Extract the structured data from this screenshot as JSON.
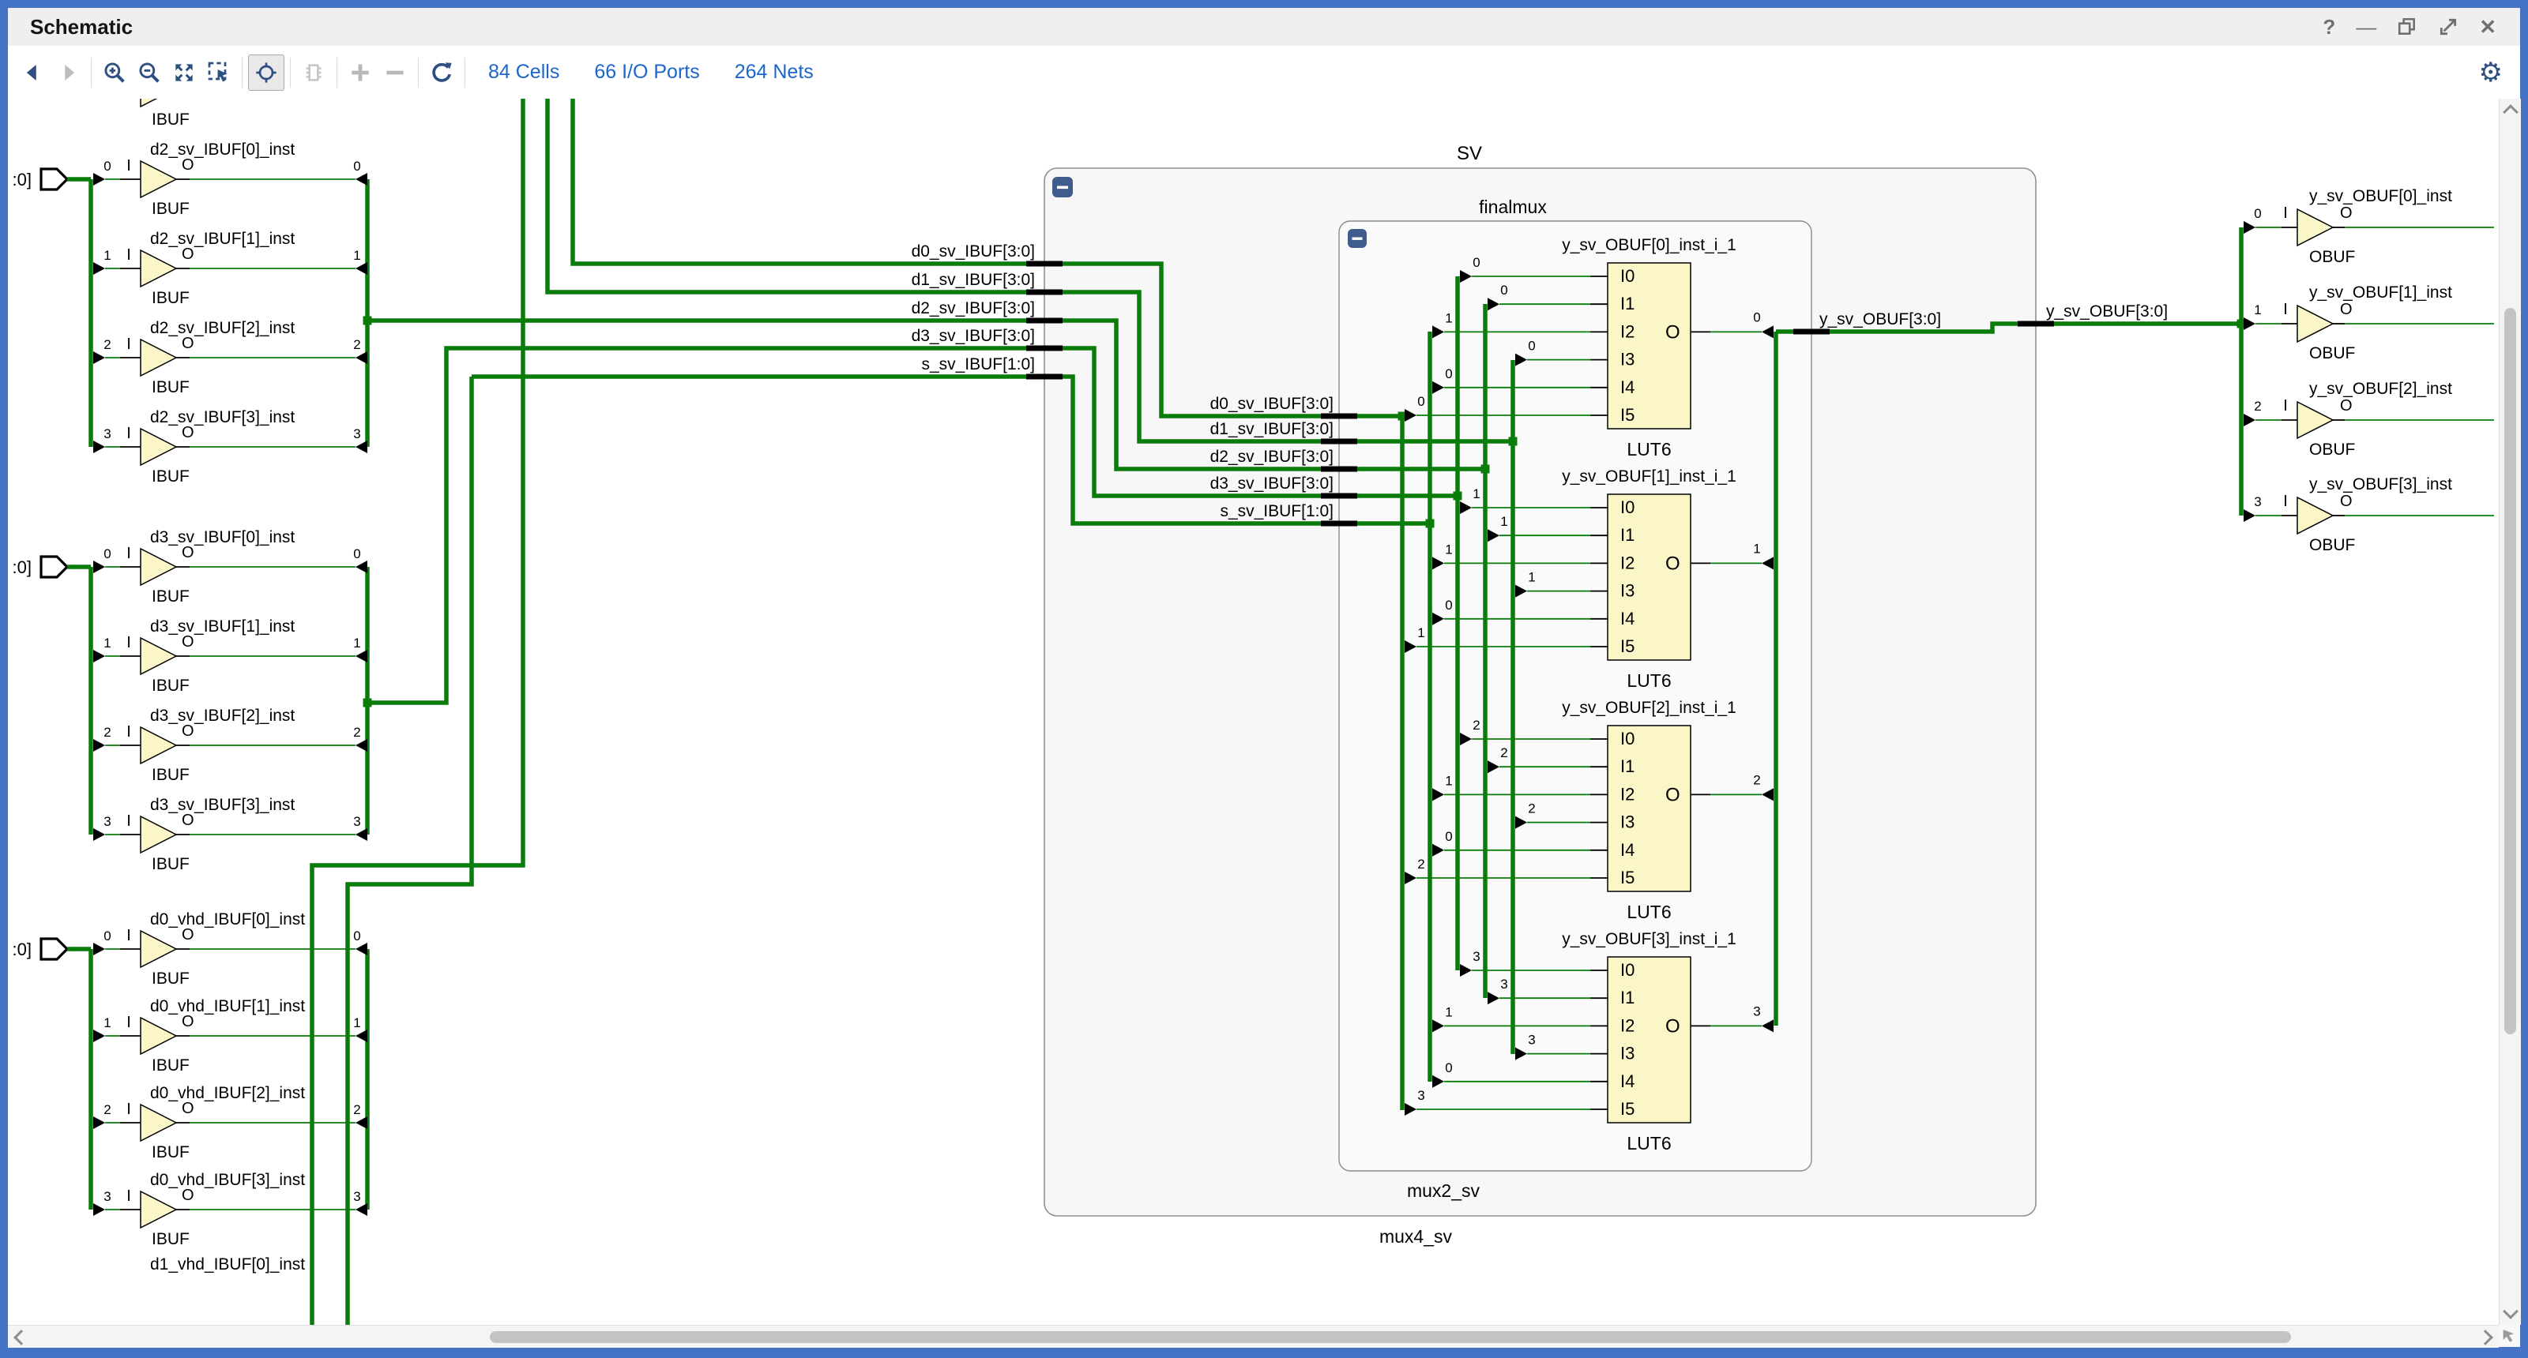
{
  "window": {
    "title": "Schematic"
  },
  "toolbar": {
    "cells": "84 Cells",
    "ports": "66 I/O Ports",
    "nets": "264 Nets",
    "icons": [
      "back-icon",
      "forward-icon",
      "zoom-in-icon",
      "zoom-out-icon",
      "zoom-fit-icon",
      "zoom-selection-icon",
      "autofit-selection-icon",
      "unplace-icon",
      "add-icon",
      "remove-icon",
      "regenerate-icon",
      "settings-gear-icon"
    ]
  },
  "schematic": {
    "colors": {
      "wire": "#0a7c0a",
      "cell_fill": "#fbf6c8",
      "block_fill": "#f7f7f7"
    },
    "port_stub": ":0]",
    "partial_top_type": "IBUF",
    "bottom_partial_instance": "d1_vhd_IBUF[0]_inst",
    "bus_names": [
      "d0_sv_IBUF[3:0]",
      "d1_sv_IBUF[3:0]",
      "d2_sv_IBUF[3:0]",
      "d3_sv_IBUF[3:0]",
      "s_sv_IBUF[1:0]"
    ],
    "output_bus": "y_sv_OBUF[3:0]",
    "groups": [
      {
        "type": "IBUF",
        "in_pin": "I",
        "out_pin": "O",
        "bits": [
          "0",
          "1",
          "2",
          "3"
        ],
        "instances": [
          "d2_sv_IBUF[0]_inst",
          "d2_sv_IBUF[1]_inst",
          "d2_sv_IBUF[2]_inst",
          "d2_sv_IBUF[3]_inst"
        ]
      },
      {
        "type": "IBUF",
        "in_pin": "I",
        "out_pin": "O",
        "bits": [
          "0",
          "1",
          "2",
          "3"
        ],
        "instances": [
          "d3_sv_IBUF[0]_inst",
          "d3_sv_IBUF[1]_inst",
          "d3_sv_IBUF[2]_inst",
          "d3_sv_IBUF[3]_inst"
        ]
      },
      {
        "type": "IBUF",
        "in_pin": "I",
        "out_pin": "O",
        "bits": [
          "0",
          "1",
          "2",
          "3"
        ],
        "instances": [
          "d0_vhd_IBUF[0]_inst",
          "d0_vhd_IBUF[1]_inst",
          "d0_vhd_IBUF[2]_inst",
          "d0_vhd_IBUF[3]_inst"
        ]
      }
    ],
    "sv_block": {
      "instance": "SV",
      "ref": "mux4_sv"
    },
    "inner_block": {
      "instance": "finalmux",
      "ref": "mux2_sv"
    },
    "luts": [
      {
        "instance": "y_sv_OBUF[0]_inst_i_1",
        "ref": "LUT6",
        "output": "O",
        "out_bit": "0",
        "inputs": [
          "I0",
          "I1",
          "I2",
          "I3",
          "I4",
          "I5"
        ],
        "input_bits": [
          "0",
          "0",
          "1",
          "0",
          "0",
          "0"
        ]
      },
      {
        "instance": "y_sv_OBUF[1]_inst_i_1",
        "ref": "LUT6",
        "output": "O",
        "out_bit": "1",
        "inputs": [
          "I0",
          "I1",
          "I2",
          "I3",
          "I4",
          "I5"
        ],
        "input_bits": [
          "1",
          "1",
          "1",
          "1",
          "0",
          "1"
        ]
      },
      {
        "instance": "y_sv_OBUF[2]_inst_i_1",
        "ref": "LUT6",
        "output": "O",
        "out_bit": "2",
        "inputs": [
          "I0",
          "I1",
          "I2",
          "I3",
          "I4",
          "I5"
        ],
        "input_bits": [
          "2",
          "2",
          "1",
          "2",
          "0",
          "2"
        ]
      },
      {
        "instance": "y_sv_OBUF[3]_inst_i_1",
        "ref": "LUT6",
        "output": "O",
        "out_bit": "3",
        "inputs": [
          "I0",
          "I1",
          "I2",
          "I3",
          "I4",
          "I5"
        ],
        "input_bits": [
          "3",
          "3",
          "1",
          "3",
          "0",
          "3"
        ]
      }
    ],
    "obufs": {
      "type": "OBUF",
      "in_pin": "I",
      "out_pin": "O",
      "bits": [
        "0",
        "1",
        "2",
        "3"
      ],
      "instances": [
        "y_sv_OBUF[0]_inst",
        "y_sv_OBUF[1]_inst",
        "y_sv_OBUF[2]_inst",
        "y_sv_OBUF[3]_inst"
      ]
    }
  }
}
